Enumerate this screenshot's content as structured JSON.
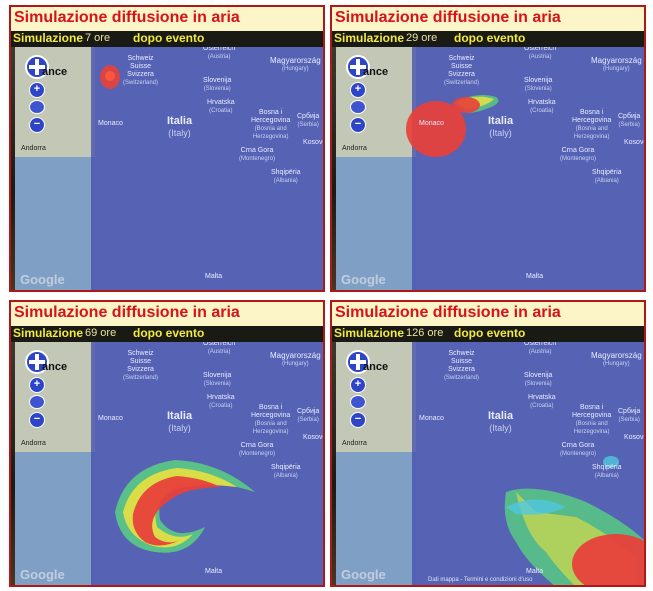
{
  "panels": [
    {
      "title": "Simulazione diffusione in aria",
      "sim_label": "Simulazione",
      "hours": "7 ore",
      "event_label": "dopo evento"
    },
    {
      "title": "Simulazione diffusione in aria",
      "sim_label": "Simulazione",
      "hours": "29 ore",
      "event_label": "dopo evento"
    },
    {
      "title": "Simulazione diffusione in aria",
      "sim_label": "Simulazione",
      "hours": "69 ore",
      "event_label": "dopo evento"
    },
    {
      "title": "Simulazione diffusione in aria",
      "sim_label": "Simulazione",
      "hours": "126 ore",
      "event_label": "dopo evento",
      "credits": "Dati mappa - Termini e condizioni d'uso"
    }
  ],
  "map_labels": {
    "schweiz": "Schweiz",
    "suisse": "Suisse",
    "svizzera": "Svizzera",
    "switzerland": "(Switzerland)",
    "osterreich": "Österreich",
    "austria": "(Austria)",
    "magyarorszag": "Magyarország",
    "hungary": "(Hungary)",
    "slovenija": "Slovenija",
    "slovenia": "(Slovenia)",
    "hrvatska": "Hrvatska",
    "croatia": "(Croatia)",
    "bosna": "Bosna i",
    "hercegovina": "Hercegovina",
    "bosnia": "(Bosnia and",
    "herzegovina": "Herzegovina)",
    "srbija": "Србија",
    "serbia": "(Serbia)",
    "monaco": "Monaco",
    "italia": "Italia",
    "italy": "(Italy)",
    "andorra": "Andorra",
    "crna_gora": "Crna Gora",
    "montenegro": "(Montenegro)",
    "kosovo": "Kosovo",
    "shqiperia": "Shqipëria",
    "albania": "(Albania)",
    "malta": "Malta",
    "ance": "ance",
    "google": "Google",
    "zoom_in": "+",
    "zoom_out": "−"
  },
  "icons": {
    "pan": "pan-control-icon",
    "zoom_in": "zoom-in-icon",
    "zoom_out": "zoom-out-icon"
  },
  "colors": {
    "title_red": "#d8121a",
    "title_bg": "#fbf5c8",
    "sim_yellow": "#f2ea40",
    "overlay_blue": "#4650af",
    "plume_red": "#e8403a",
    "plume_yellow": "#e8e040",
    "plume_green": "#58d080",
    "plume_cyan": "#50c8e0"
  }
}
